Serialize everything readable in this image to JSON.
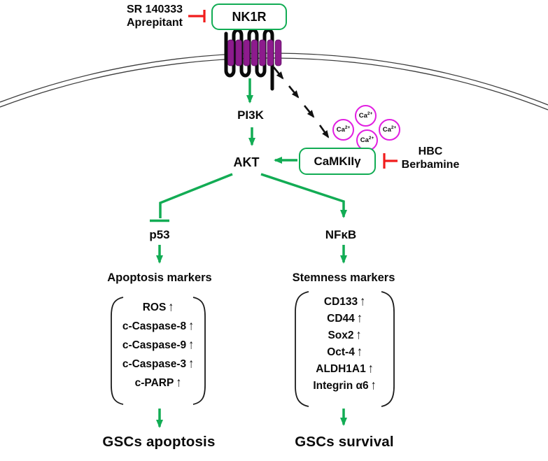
{
  "colors": {
    "arrow_green": "#12AC54",
    "inhibit_red": "#F11C1C",
    "calcium_magenta": "#E11FE1",
    "receptor_purple": "#8D1B8D",
    "text_black": "#0a0a0a"
  },
  "inhibitors": {
    "nk1r_blockers": {
      "line1": "SR 140333",
      "line2": "Aprepitant"
    },
    "camkii_blockers": {
      "line1": "HBC",
      "line2": "Berbamine"
    }
  },
  "nodes": {
    "receptor": "NK1R",
    "kinase1": "PI3K",
    "kinase2": "AKT",
    "camkii": "CaMKIIγ",
    "p53": "p53",
    "nfkb": "NFκB"
  },
  "calcium": {
    "base": "Ca",
    "sup": "2+"
  },
  "branches": {
    "apoptosis": {
      "header": "Apoptosis markers",
      "items": [
        "ROS",
        "c-Caspase-8",
        "c-Caspase-9",
        "c-Caspase-3",
        "c-PARP"
      ],
      "outcome": "GSCs apoptosis"
    },
    "stemness": {
      "header": "Stemness markers",
      "items": [
        "CD133",
        "CD44",
        "Sox2",
        "Oct-4",
        "ALDH1A1",
        "Integrin α6"
      ],
      "outcome": "GSCs survival"
    }
  },
  "glyphs": {
    "up_arrow": "↑"
  }
}
